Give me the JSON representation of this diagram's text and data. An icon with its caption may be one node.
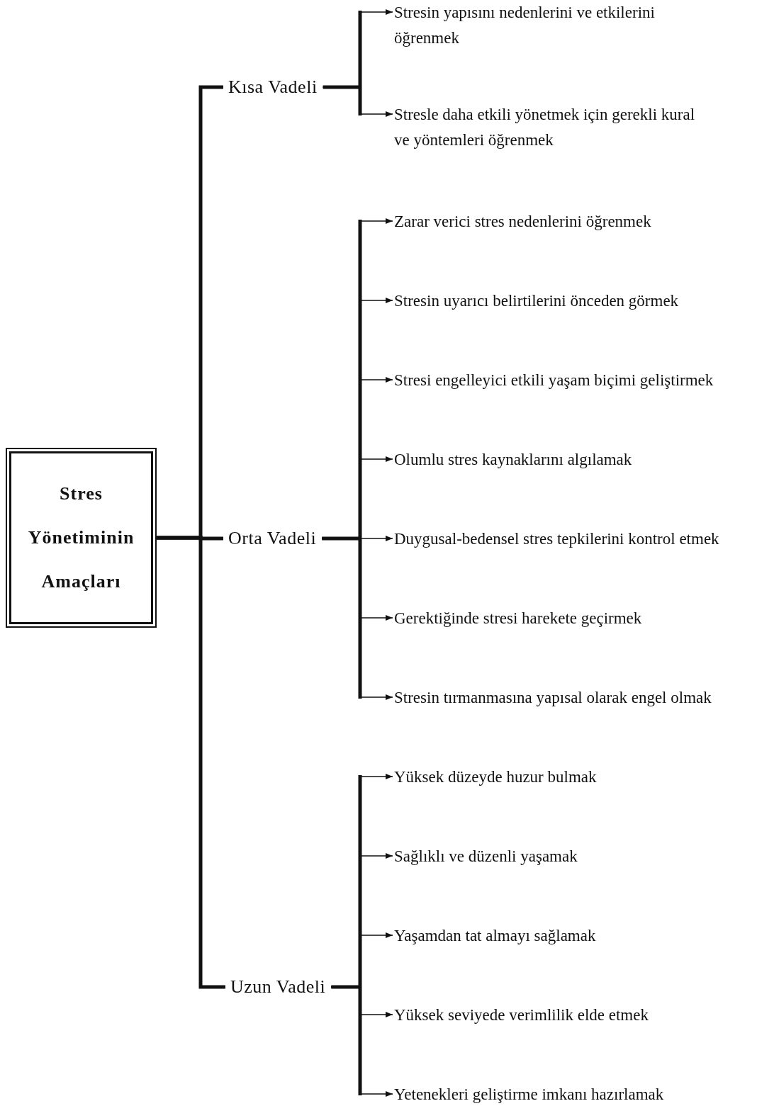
{
  "diagram": {
    "nodes": [
      {
        "text": [
          "Stres Yönetiminin Amaçları"
        ]
      },
      {
        "text": [
          "Kısa Vadeli"
        ]
      },
      {
        "text": [
          "Orta Vadeli"
        ]
      },
      {
        "text": [
          "Uzun Vadeli"
        ]
      },
      {
        "text": [
          "Stresin yapısını nedenlerini ve etkilerini öğrenmek"
        ]
      },
      {
        "text": [
          "Stresle daha etkili yönetmek için gerekli kural ve yöntemleri öğrenmek"
        ]
      },
      {
        "text": [
          "Zarar verici stres nedenlerini öğrenmek"
        ]
      },
      {
        "text": [
          "Stresin uyarıcı belirtilerini önceden görmek"
        ]
      },
      {
        "text": [
          "Stresi engelleyici etkili yaşam biçimi geliştirmek"
        ]
      },
      {
        "text": [
          "Olumlu stres kaynaklarını algılamak"
        ]
      },
      {
        "text": [
          "Duygusal-bedensel stres tepkilerini kontrol etmek"
        ]
      },
      {
        "text": [
          "Gerektiğinde stresi harekete geçirmek"
        ]
      },
      {
        "text": [
          "Stresin tırmanmasına yapısal olarak engel olmak"
        ]
      },
      {
        "text": [
          "Yüksek düzeyde huzur bulmak"
        ]
      },
      {
        "text": [
          "Sağlıklı ve düzenli yaşamak"
        ]
      },
      {
        "text": [
          "Yaşamdan tat almayı sağlamak"
        ]
      },
      {
        "text": [
          "Yüksek seviyede verimlilik elde etmek"
        ]
      },
      {
        "text": [
          "Yetenekleri geliştirme imkanı hazırlamak"
        ]
      }
    ],
    "edges": [
      {
        "from": 0,
        "to": 1,
        "arrow": "none",
        "style": "thick"
      },
      {
        "from": 0,
        "to": 2,
        "arrow": "none",
        "style": "thick"
      },
      {
        "from": 0,
        "to": 3,
        "arrow": "none",
        "style": "thick"
      },
      {
        "from": 1,
        "to": 4,
        "arrow": "to"
      },
      {
        "from": 1,
        "to": 5,
        "arrow": "to"
      },
      {
        "from": 2,
        "to": 6,
        "arrow": "to"
      },
      {
        "from": 2,
        "to": 7,
        "arrow": "to"
      },
      {
        "from": 2,
        "to": 8,
        "arrow": "to"
      },
      {
        "from": 2,
        "to": 9,
        "arrow": "to"
      },
      {
        "from": 2,
        "to": 10,
        "arrow": "to"
      },
      {
        "from": 2,
        "to": 11,
        "arrow": "to"
      },
      {
        "from": 2,
        "to": 12,
        "arrow": "to"
      },
      {
        "from": 3,
        "to": 13,
        "arrow": "to"
      },
      {
        "from": 3,
        "to": 14,
        "arrow": "to"
      },
      {
        "from": 3,
        "to": 15,
        "arrow": "to"
      },
      {
        "from": 3,
        "to": 16,
        "arrow": "to"
      },
      {
        "from": 3,
        "to": 17,
        "arrow": "to"
      }
    ]
  }
}
